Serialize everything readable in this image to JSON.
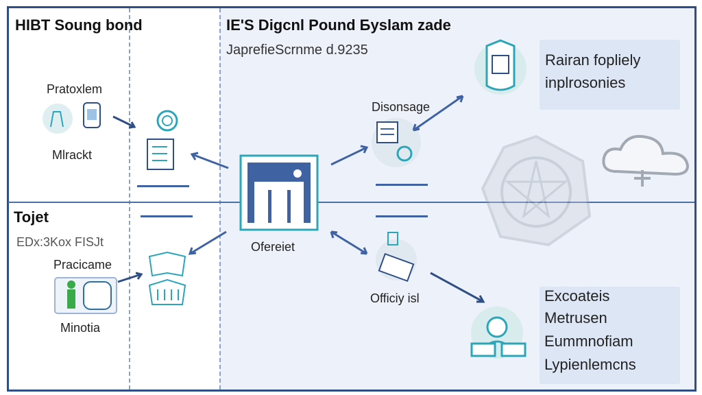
{
  "left_panel": {
    "title": "HIBT Soung bond",
    "node_top": "Pratoxlem",
    "node_top_bottom": "Mlrackt",
    "section2_title": "Tojet",
    "section2_subtitle": "EDx:3Kox FISJt",
    "node_bottom": "Pracicame",
    "node_bottom_bottom": "Minotia"
  },
  "main": {
    "title": "IE'S Digcnl Pound Бyslam zade",
    "subtitle": "JaprefieScrnme d.9235",
    "center_label": "Ofereiet",
    "node_disonsage": "Disonsage",
    "node_officiy": "Officiy isl"
  },
  "info_top": {
    "lines": [
      "Rairan fopliely",
      "inplrosonies"
    ]
  },
  "info_bottom": {
    "lines": [
      "Excoateis",
      "Metrusen",
      "Eummnofiam",
      "Lypienlemcns"
    ]
  },
  "colors": {
    "border": "#2f4e86",
    "accent": "#3f62a3",
    "teal": "#2aa6b8",
    "green": "#3aa94a"
  }
}
